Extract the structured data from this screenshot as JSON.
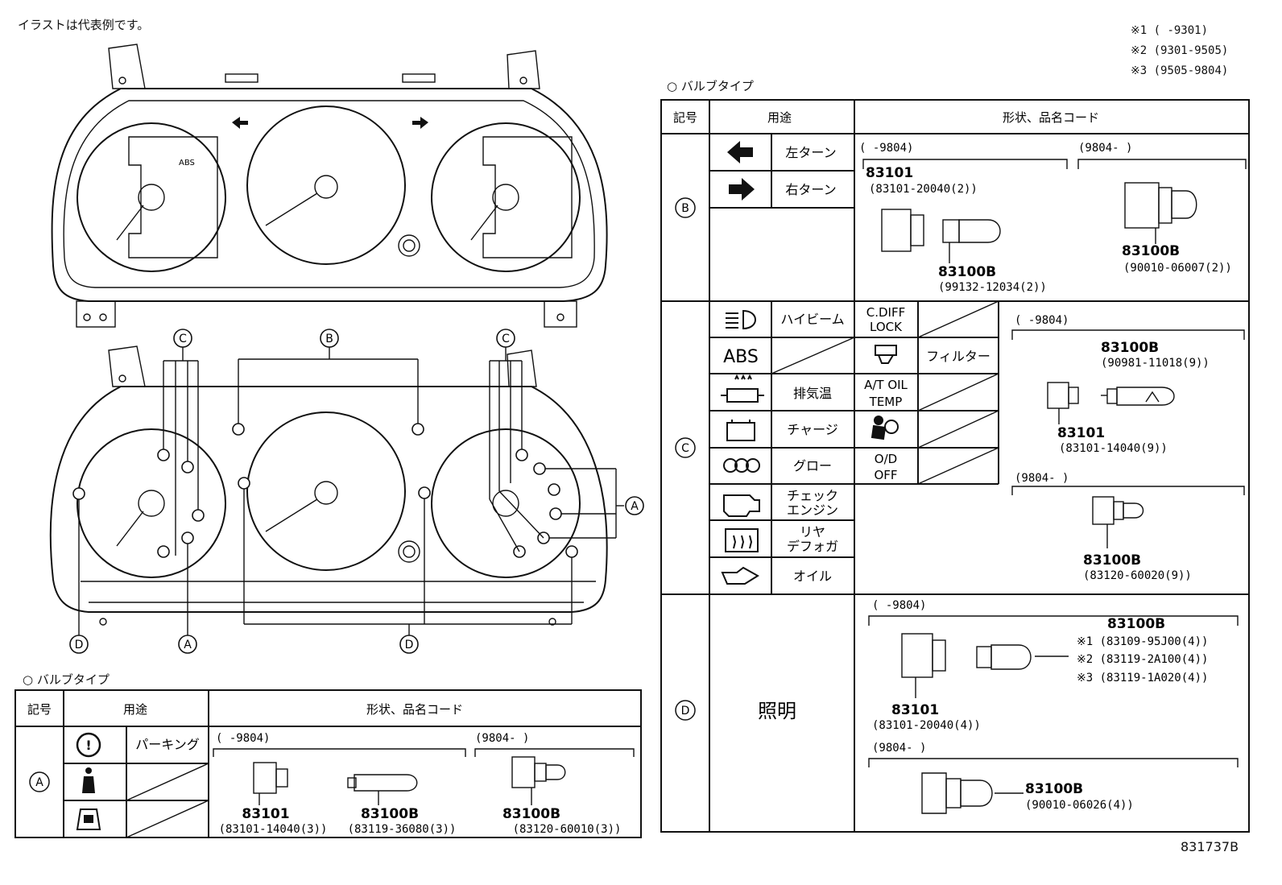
{
  "header_note": "イラストは代表例です。",
  "periods": [
    "※1 (     -9301)",
    "※2 (9301-9505)",
    "※3 (9505-9804)"
  ],
  "drawing_number": "831737B",
  "bulb_type_title": "バルブタイプ",
  "table_headers": {
    "symbol": "記号",
    "use": "用途",
    "shape": "形状、品名コード"
  },
  "callouts": {
    "A": "A",
    "B": "B",
    "C": "C",
    "D": "D"
  },
  "gauge_labels": {
    "abs": "ABS"
  },
  "table_a": {
    "symbol": "A",
    "uses": [
      "パーキング"
    ],
    "range1": "(     -9804)",
    "range2": "(9804-      )",
    "parts": [
      {
        "name": "83101",
        "code": "(83101-14040(3))"
      },
      {
        "name": "83100B",
        "code": "(83119-36080(3))"
      },
      {
        "name": "83100B",
        "code": "(83120-60010(3))"
      }
    ]
  },
  "table_b": {
    "symbol": "B",
    "uses": [
      "左ターン",
      "右ターン"
    ],
    "range1": "(     -9804)",
    "range2": "(9804-      )",
    "parts": [
      {
        "name": "83101",
        "code": "(83101-20040(2))"
      },
      {
        "name": "83100B",
        "code": "(99132-12034(2))"
      },
      {
        "name": "83100B",
        "code": "(90010-06007(2))"
      }
    ]
  },
  "table_c": {
    "symbol": "C",
    "rows": [
      {
        "icon": "",
        "label": "ハイビーム",
        "label2": "C.DIFF\nLOCK",
        "use2": ""
      },
      {
        "icon": "ABS",
        "label": "",
        "label2": "",
        "use2": "フィルター"
      },
      {
        "icon": "",
        "label": "排気温",
        "label2": "A/T OIL\nTEMP",
        "use2": ""
      },
      {
        "icon": "",
        "label": "チャージ",
        "label2": "",
        "use2": ""
      },
      {
        "icon": "",
        "label": "グロー",
        "label2": "O/D\nOFF",
        "use2": ""
      },
      {
        "icon": "",
        "label": "チェック\nエンジン",
        "label2": "",
        "use2": ""
      },
      {
        "icon": "",
        "label": "リヤ\nデフォガ",
        "label2": "",
        "use2": ""
      },
      {
        "icon": "",
        "label": "オイル",
        "label2": "",
        "use2": ""
      }
    ],
    "range1": "(     -9804)",
    "range2": "(9804-      )",
    "parts": [
      {
        "name": "83100B",
        "code": "(90981-11018(9))"
      },
      {
        "name": "83101",
        "code": "(83101-14040(9))"
      },
      {
        "name": "83100B",
        "code": "(83120-60020(9))"
      }
    ]
  },
  "table_d": {
    "symbol": "D",
    "use": "照明",
    "range1": "(     -9804)",
    "range2": "(9804-      )",
    "bulb_name": "83100B",
    "bulb_codes": [
      "※1 (83109-95J00(4))",
      "※2 (83119-2A100(4))",
      "※3 (83119-1A020(4))"
    ],
    "socket": {
      "name": "83101",
      "code": "(83101-20040(4))"
    },
    "late": {
      "name": "83100B",
      "code": "(90010-06026(4))"
    }
  }
}
